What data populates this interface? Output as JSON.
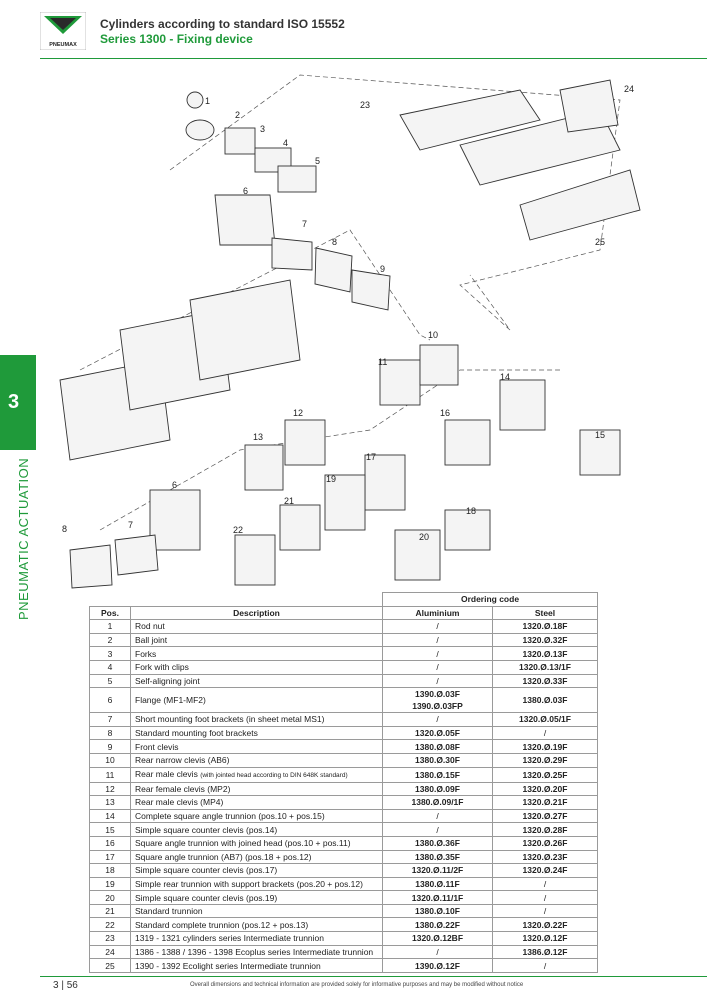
{
  "header": {
    "title": "Cylinders according to standard ISO 15552",
    "subtitle": "Series 1300 - Fixing device",
    "logo_text": "PNEUMAX"
  },
  "side": {
    "tab_number": "3",
    "section": "PNEUMATIC ACTUATION"
  },
  "drawing_labels": [
    "1",
    "2",
    "3",
    "4",
    "5",
    "6",
    "7",
    "8",
    "9",
    "23",
    "24",
    "25",
    "10",
    "11",
    "14",
    "16",
    "15",
    "12",
    "13",
    "17",
    "19",
    "18",
    "20",
    "21",
    "22",
    "6",
    "7",
    "8"
  ],
  "table": {
    "group_header": "Ordering code",
    "columns": [
      "Pos.",
      "Description",
      "Aluminium",
      "Steel"
    ],
    "rows": [
      {
        "pos": "1",
        "desc": "Rod nut",
        "al": "/",
        "st": "1320.Ø.18F"
      },
      {
        "pos": "2",
        "desc": "Ball joint",
        "al": "/",
        "st": "1320.Ø.32F"
      },
      {
        "pos": "3",
        "desc": "Forks",
        "al": "/",
        "st": "1320.Ø.13F"
      },
      {
        "pos": "4",
        "desc": "Fork with clips",
        "al": "/",
        "st": "1320.Ø.13/1F"
      },
      {
        "pos": "5",
        "desc": "Self-aligning joint",
        "al": "/",
        "st": "1320.Ø.33F"
      },
      {
        "pos": "6",
        "desc": "Flange (MF1-MF2)",
        "al": "1390.Ø.03F",
        "al2": "1390.Ø.03FP",
        "st": "1380.Ø.03F"
      },
      {
        "pos": "7",
        "desc": "Short mounting foot brackets (in sheet metal MS1)",
        "al": "/",
        "st": "1320.Ø.05/1F"
      },
      {
        "pos": "8",
        "desc": "Standard mounting foot brackets",
        "al": "1320.Ø.05F",
        "st": "/"
      },
      {
        "pos": "9",
        "desc": "Front clevis",
        "al": "1380.Ø.08F",
        "st": "1320.Ø.19F"
      },
      {
        "pos": "10",
        "desc": "Rear narrow clevis (AB6)",
        "al": "1380.Ø.30F",
        "st": "1320.Ø.29F"
      },
      {
        "pos": "11",
        "desc": "Rear male clevis",
        "desc_note": "(with jointed head according to DIN 648K standard)",
        "al": "1380.Ø.15F",
        "st": "1320.Ø.25F"
      },
      {
        "pos": "12",
        "desc": "Rear female clevis (MP2)",
        "al": "1380.Ø.09F",
        "st": "1320.Ø.20F"
      },
      {
        "pos": "13",
        "desc": "Rear male clevis (MP4)",
        "al": "1380.Ø.09/1F",
        "st": "1320.Ø.21F"
      },
      {
        "pos": "14",
        "desc": "Complete square angle trunnion (pos.10 + pos.15)",
        "al": "/",
        "st": "1320.Ø.27F"
      },
      {
        "pos": "15",
        "desc": "Simple square counter clevis (pos.14)",
        "al": "/",
        "st": "1320.Ø.28F"
      },
      {
        "pos": "16",
        "desc": "Square angle trunnion with joined head (pos.10 + pos.11)",
        "al": "1380.Ø.36F",
        "st": "1320.Ø.26F"
      },
      {
        "pos": "17",
        "desc": "Square angle trunnion (AB7) (pos.18 + pos.12)",
        "al": "1380.Ø.35F",
        "st": "1320.Ø.23F"
      },
      {
        "pos": "18",
        "desc": "Simple square counter clevis (pos.17)",
        "al": "1320.Ø.11/2F",
        "st": "1320.Ø.24F"
      },
      {
        "pos": "19",
        "desc": "Simple rear trunnion with support brackets (pos.20 + pos.12)",
        "al": "1380.Ø.11F",
        "st": "/"
      },
      {
        "pos": "20",
        "desc": "Simple square counter clevis (pos.19)",
        "al": "1320.Ø.11/1F",
        "st": "/"
      },
      {
        "pos": "21",
        "desc": "Standard trunnion",
        "al": "1380.Ø.10F",
        "st": "/"
      },
      {
        "pos": "22",
        "desc": "Standard complete trunnion (pos.12 + pos.13)",
        "al": "1380.Ø.22F",
        "st": "1320.Ø.22F"
      },
      {
        "pos": "23",
        "desc": "1319 - 1321 cylinders series Intermediate trunnion",
        "al": "1320.Ø.12BF",
        "st": "1320.Ø.12F"
      },
      {
        "pos": "24",
        "desc": "1386 - 1388 / 1396 - 1398 Ecoplus series Intermediate trunnion",
        "al": "/",
        "st": "1386.Ø.12F"
      },
      {
        "pos": "25",
        "desc": "1390 - 1392 Ecolight series Intermediate trunnion",
        "al": "1390.Ø.12F",
        "st": "/"
      }
    ]
  },
  "footer": {
    "page_section": "3",
    "page_number": "56",
    "disclaimer": "Overall dimensions and technical information are provided solely for informative purposes and may be modified without notice"
  }
}
